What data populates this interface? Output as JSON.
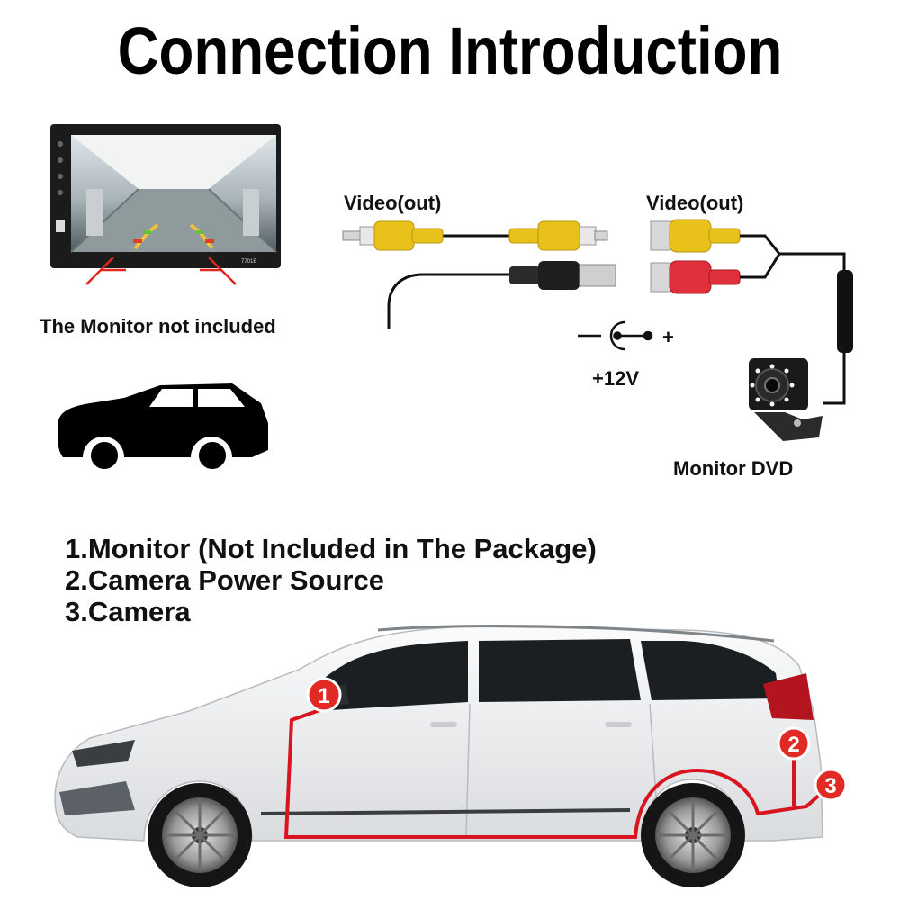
{
  "title": "Connection Introduction",
  "monitor": {
    "model_label": "7701B",
    "caption": "The Monitor not included"
  },
  "cable": {
    "left_video_label": "Video(out)",
    "right_video_label": "Video(out)",
    "power_label": "+12V",
    "power_symbol_plus": "+",
    "camera_caption": "Monitor DVD"
  },
  "legend": [
    "1.Monitor (Not Included in The Package)",
    "2.Camera Power Source",
    "3.Camera"
  ],
  "markers": [
    "1",
    "2",
    "3"
  ],
  "colors": {
    "rca_yellow": "#e8c21a",
    "rca_red": "#e0303c",
    "route_red": "#d8141e",
    "marker_red": "#e22a24",
    "arrow_red": "#e1261c"
  },
  "icons": [
    "monitor-icon",
    "car-silhouette-icon",
    "camera-icon",
    "dc-power-symbol-icon",
    "minivan-illustration"
  ]
}
